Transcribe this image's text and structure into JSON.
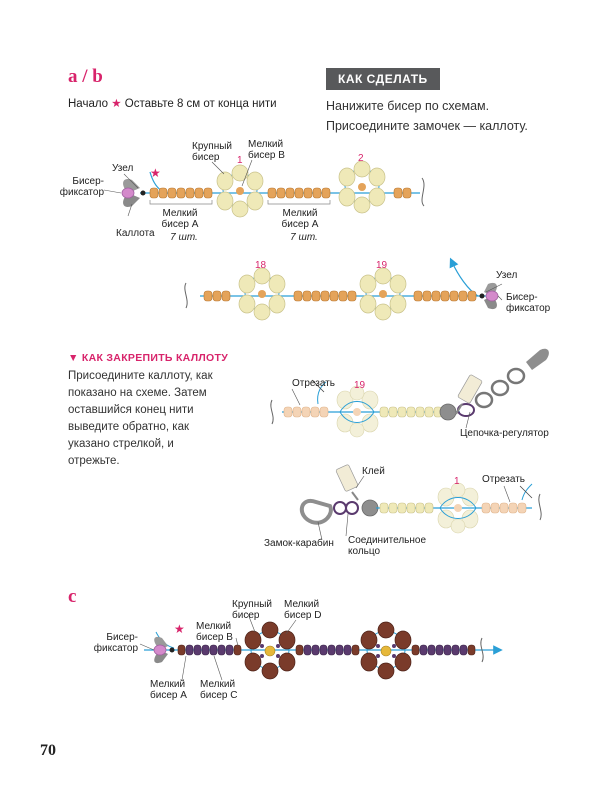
{
  "section_ab": {
    "title": "a / b",
    "start_word": "Начало",
    "start_star": "★",
    "start_note": "Оставьте 8 см от конца нити"
  },
  "how_to": {
    "badge": "КАК СДЕЛАТЬ",
    "text": "Нанижите бисер по схемам. Присоедините замочек — каллоту."
  },
  "diagram_a": {
    "label_knot": "Узел",
    "label_fixer": "Бисер-фиксатор",
    "label_callote": "Каллота",
    "label_large_bead": "Крупный бисер",
    "label_small_b": "Мелкий бисер B",
    "label_small_a_left": "Мелкий бисер A",
    "label_small_a_right": "Мелкий бисер A",
    "count_left": "7 шт.",
    "count_right": "7 шт.",
    "pattern_1": "1",
    "pattern_2": "2"
  },
  "diagram_b": {
    "pattern_18": "18",
    "pattern_19": "19",
    "label_knot": "Узел",
    "label_fixer": "Бисер-фиксатор"
  },
  "attach": {
    "heading": "▼ КАК ЗАКРЕПИТЬ КАЛЛОТУ",
    "text": "Присоедините каллоту, как показано на схеме. Затем оставшийся конец нити выведите обратно, как указано стрелкой, и отрежьте."
  },
  "diagram_attach1": {
    "label_cut": "Отрезать",
    "pattern_19": "19",
    "label_chain": "Цепочка-регулятор"
  },
  "diagram_attach2": {
    "label_glue": "Клей",
    "label_cut": "Отрезать",
    "pattern_1": "1",
    "label_clasp": "Замок-карабин",
    "label_ring": "Соединительное кольцо"
  },
  "section_c": {
    "title": "c",
    "label_fixer": "Бисер-фиксатор",
    "label_large": "Крупный бисер",
    "label_small_d": "Мелкий бисер D",
    "label_small_b": "Мелкий бисер B",
    "label_small_a": "Мелкий бисер A",
    "label_small_c": "Мелкий бисер C"
  },
  "page_number": "70",
  "colors": {
    "accent": "#d8246b",
    "thread": "#2a9fd6",
    "bead_orange": "#e4a35a",
    "bead_cream": "#efe9b8",
    "bead_brown": "#7a3b2a",
    "bead_purple": "#5a3a6e",
    "bead_gold": "#e6b83a"
  }
}
